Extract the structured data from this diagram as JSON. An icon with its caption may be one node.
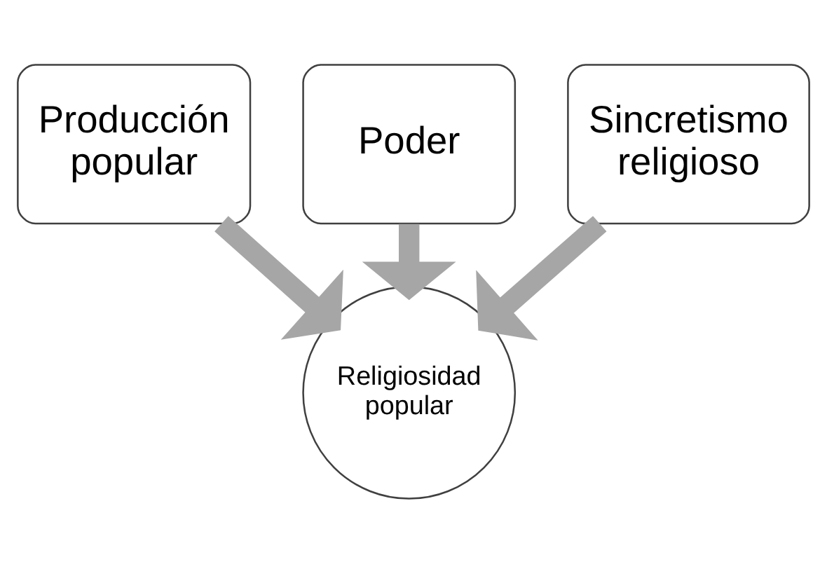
{
  "diagram": {
    "nodes": [
      {
        "text": [
          "Producción popular"
        ]
      },
      {
        "text": [
          "Poder"
        ]
      },
      {
        "text": [
          "Sincretismo religioso"
        ]
      },
      {
        "text": [
          "Religiosidad popular"
        ]
      }
    ],
    "edges": [
      {
        "from": 0,
        "to": 3,
        "arrow": "to"
      },
      {
        "from": 1,
        "to": 3,
        "arrow": "to"
      },
      {
        "from": 2,
        "to": 3,
        "arrow": "to"
      }
    ]
  }
}
